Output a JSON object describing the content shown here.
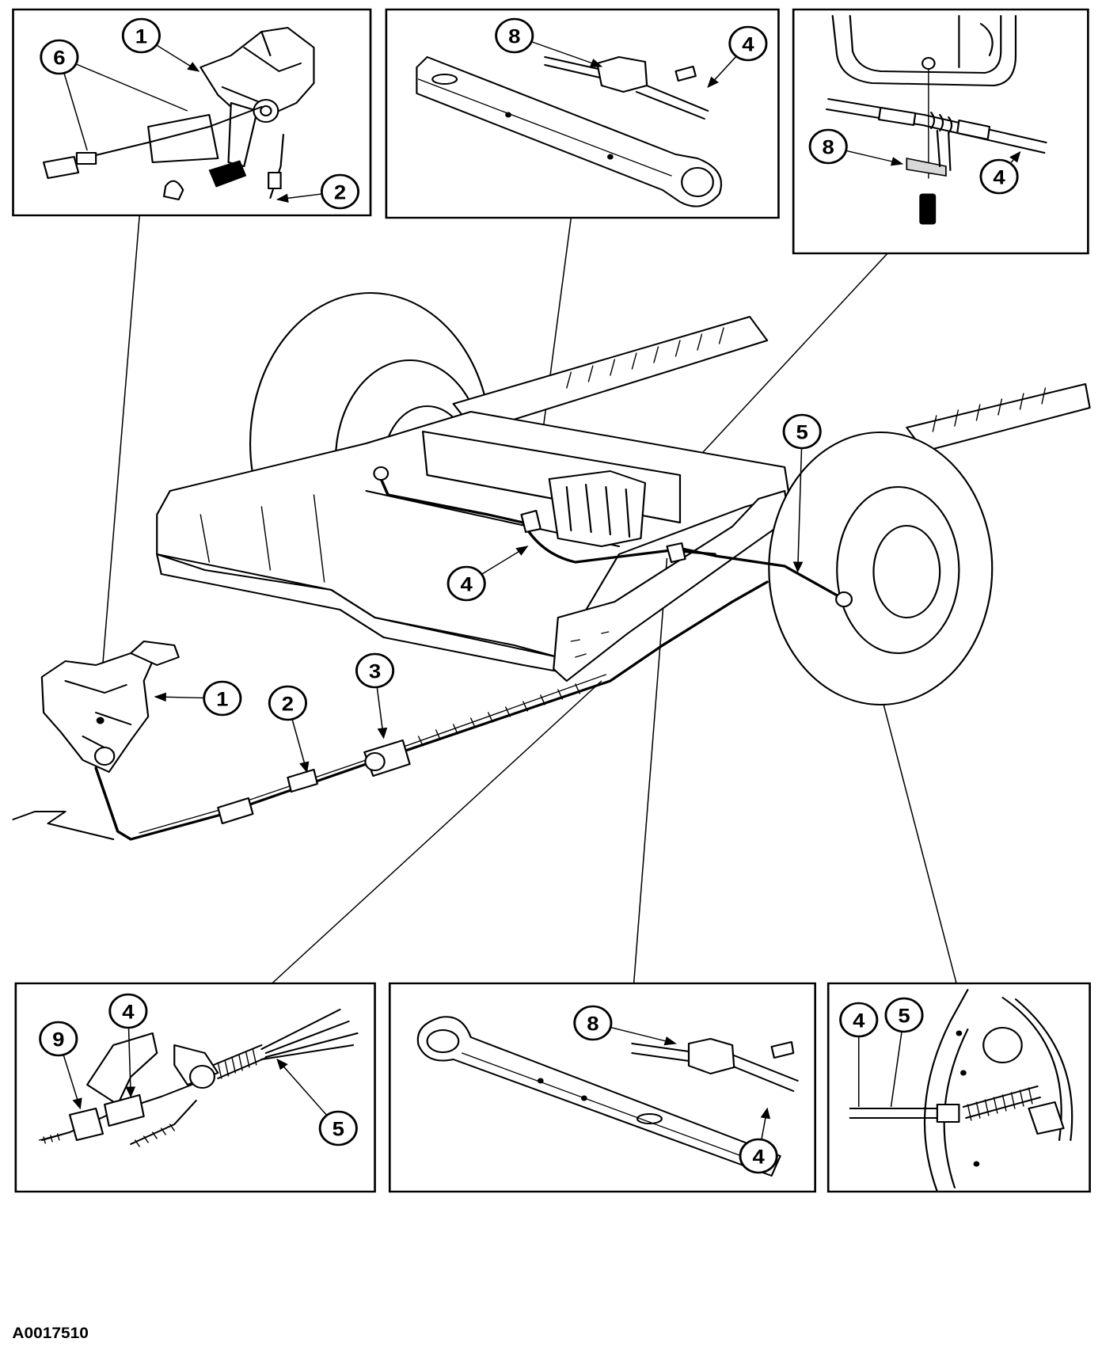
{
  "caption": "A0017510",
  "callouts": [
    "1",
    "6",
    "2",
    "8",
    "4",
    "8",
    "4",
    "5",
    "4",
    "1",
    "2",
    "3",
    "4",
    "9",
    "5",
    "8",
    "4",
    "4",
    "5"
  ]
}
